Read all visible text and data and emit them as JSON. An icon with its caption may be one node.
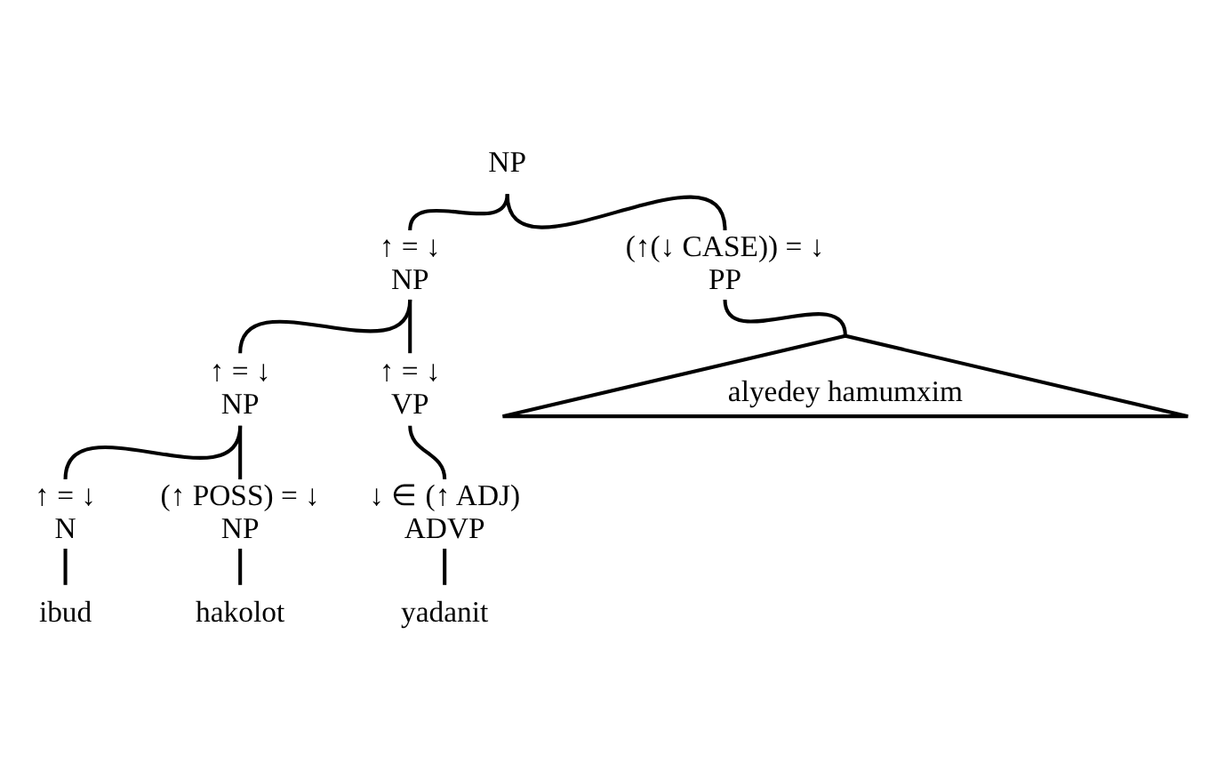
{
  "diagram": {
    "nodes": [
      {
        "text": [
          "NP"
        ]
      },
      {
        "text": [
          "↑ = ↓",
          "NP"
        ]
      },
      {
        "text": [
          "(↑(↓ CASE)) = ↓",
          "PP"
        ]
      },
      {
        "text": [
          "↑ = ↓",
          "NP"
        ]
      },
      {
        "text": [
          "↑ = ↓",
          "VP"
        ]
      },
      {
        "text": [
          "alyedey hamumxim"
        ]
      },
      {
        "text": [
          "↑ = ↓",
          "N"
        ]
      },
      {
        "text": [
          "(↑ POSS) = ↓",
          "NP"
        ]
      },
      {
        "text": [
          "↓ ∈ (↑ ADJ)",
          "ADVP"
        ]
      },
      {
        "text": [
          "ibud"
        ]
      },
      {
        "text": [
          "hakolot"
        ]
      },
      {
        "text": [
          "yadanit"
        ]
      }
    ],
    "edges": [
      {
        "from": 0,
        "to": 1,
        "arrow": "none"
      },
      {
        "from": 0,
        "to": 2,
        "arrow": "none"
      },
      {
        "from": 1,
        "to": 3,
        "arrow": "none"
      },
      {
        "from": 1,
        "to": 4,
        "arrow": "none"
      },
      {
        "from": 2,
        "to": 5,
        "arrow": "none"
      },
      {
        "from": 3,
        "to": 6,
        "arrow": "none"
      },
      {
        "from": 3,
        "to": 7,
        "arrow": "none"
      },
      {
        "from": 4,
        "to": 8,
        "arrow": "none"
      },
      {
        "from": 6,
        "to": 9,
        "arrow": "none"
      },
      {
        "from": 7,
        "to": 10,
        "arrow": "none"
      },
      {
        "from": 8,
        "to": 11,
        "arrow": "none"
      }
    ]
  }
}
